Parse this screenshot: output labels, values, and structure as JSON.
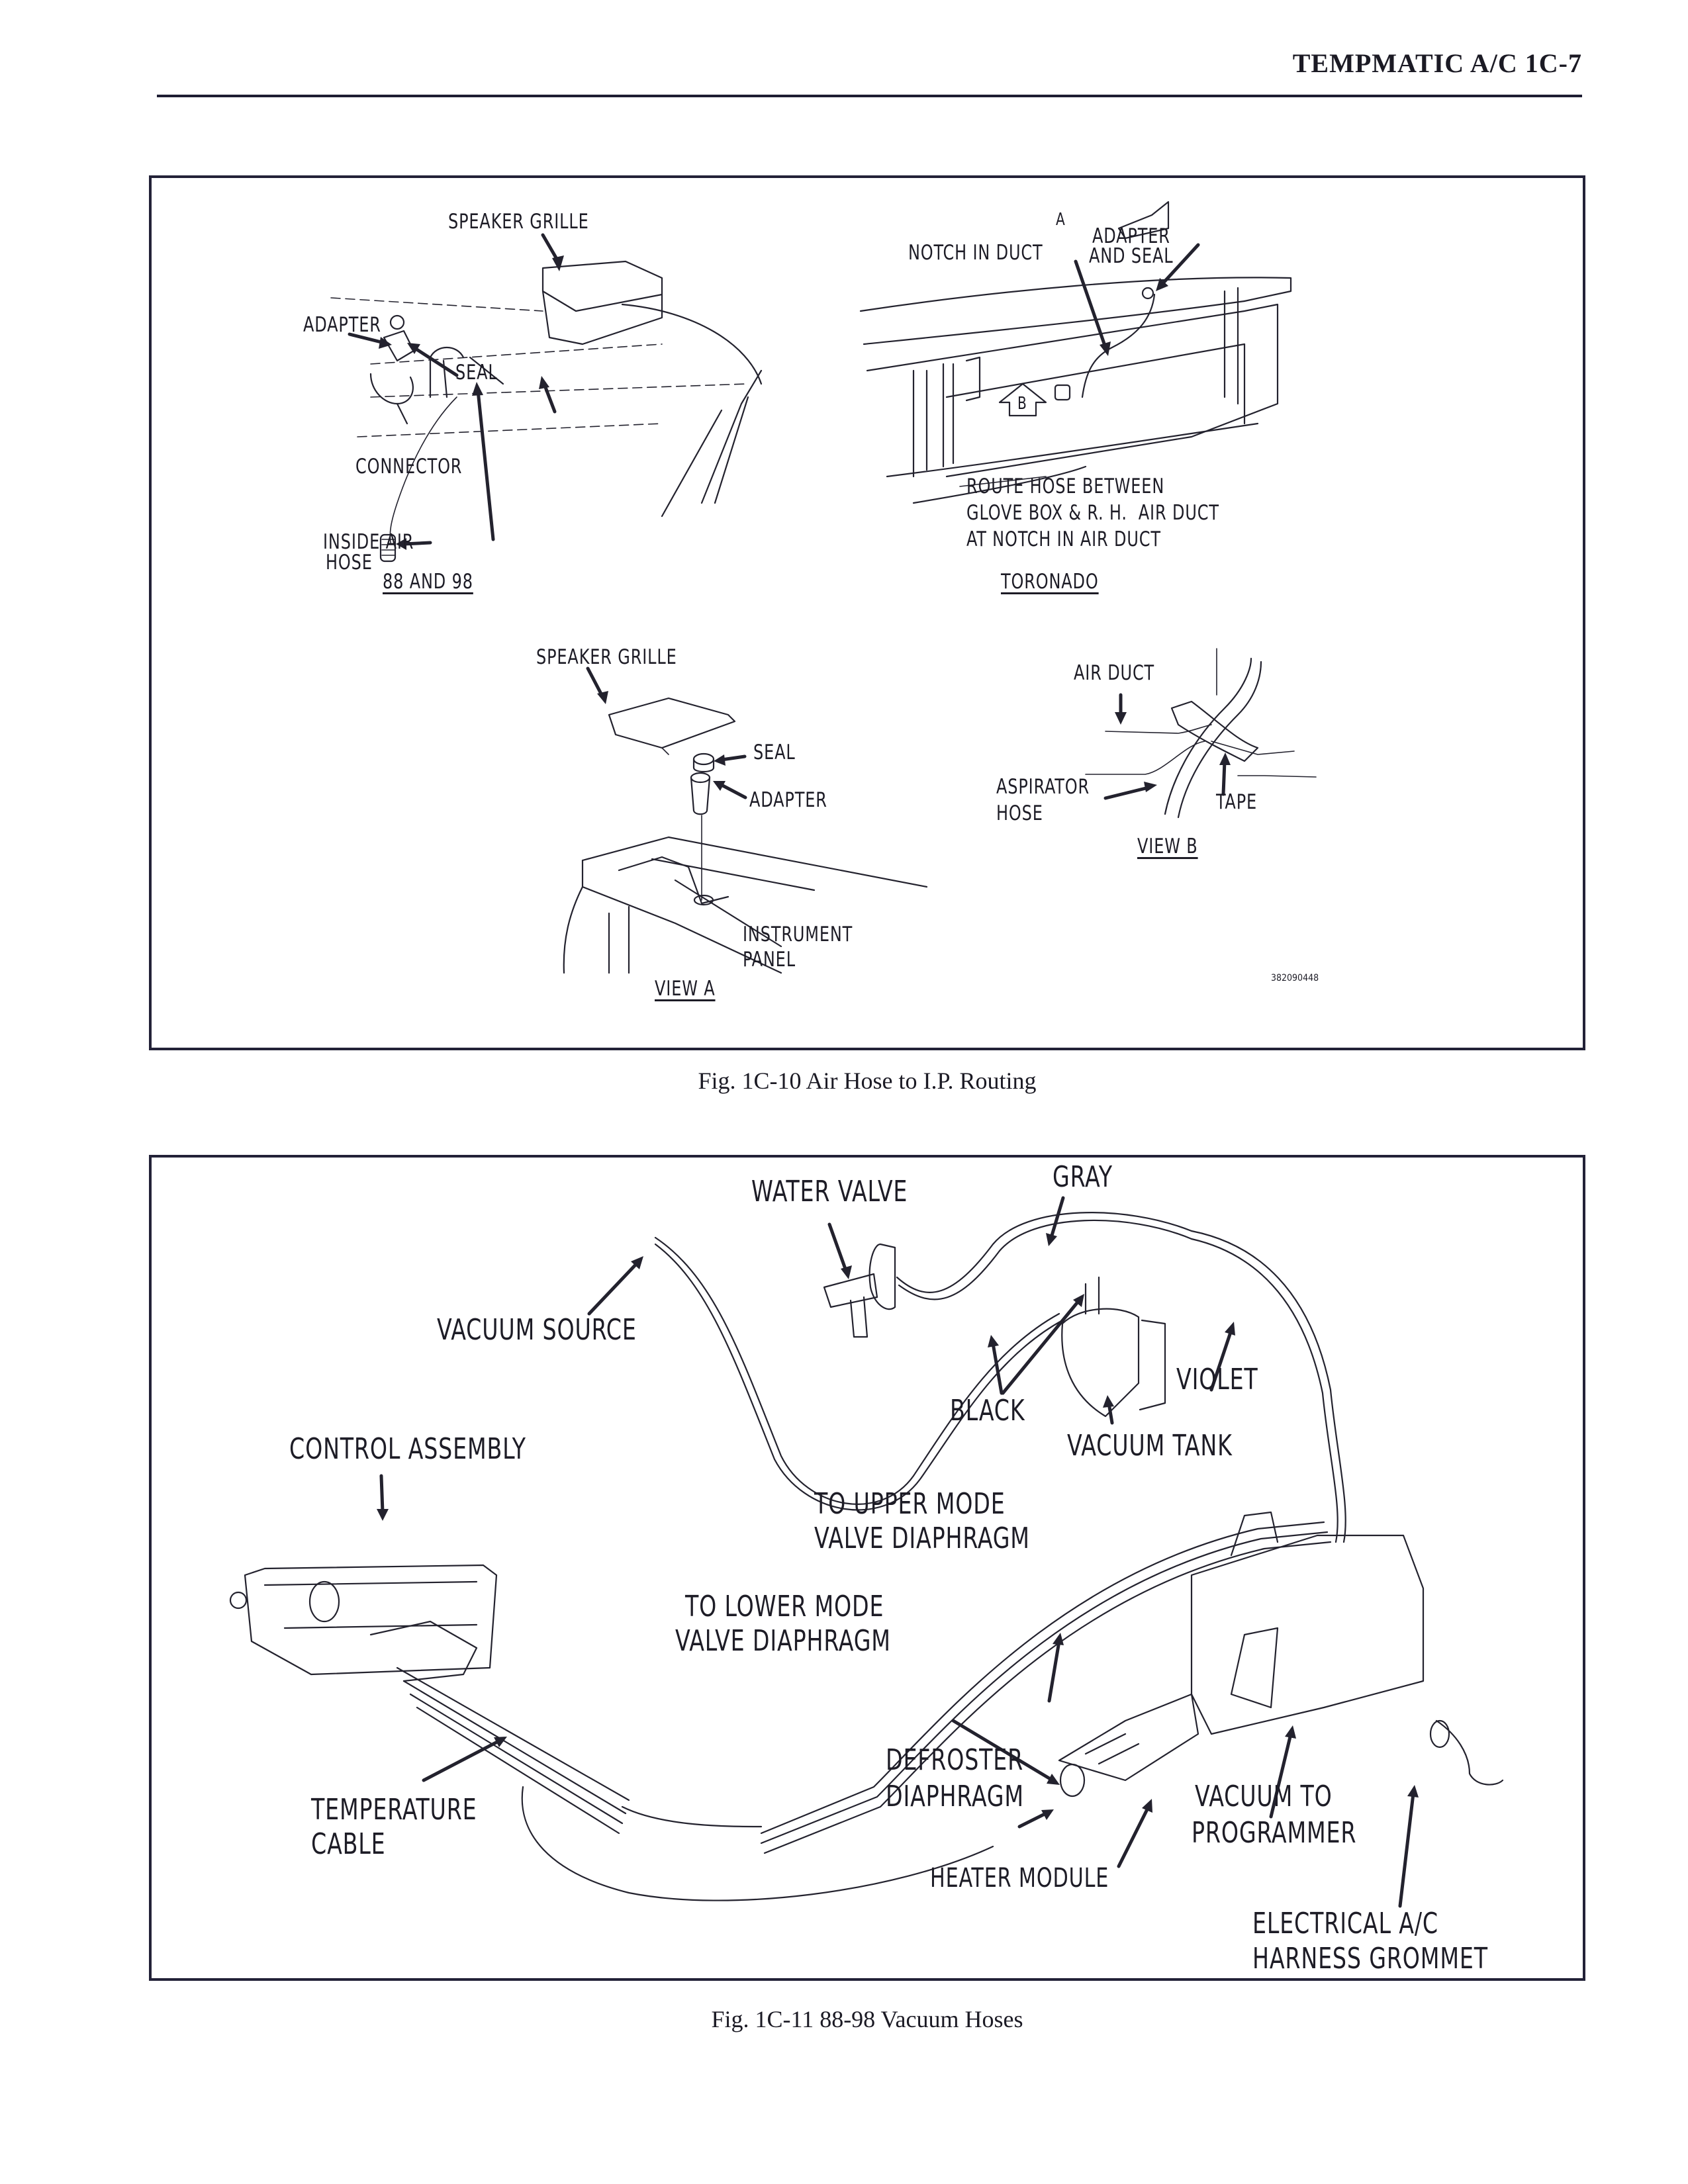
{
  "header": {
    "title": "TEMPMATIC A/C   1C-7"
  },
  "figure_1": {
    "caption": "Fig. 1C-10 Air Hose to I.P. Routing",
    "part_number": "382090448",
    "panel_88_98": {
      "title": "88 AND 98",
      "labels": {
        "speaker_grille": "SPEAKER GRILLE",
        "adapter": "ADAPTER",
        "seal": "SEAL",
        "connector": "CONNECTOR",
        "inside_air_hose_1": "INSIDE AIR",
        "inside_air_hose_2": "HOSE"
      }
    },
    "panel_toronado": {
      "title": "TORONADO",
      "view_marker_a": "A",
      "view_marker_b": "B",
      "labels": {
        "notch_in_duct": "NOTCH IN DUCT",
        "adapter_and_seal_1": "ADAPTER",
        "adapter_and_seal_2": "AND SEAL",
        "route_note_1": "ROUTE HOSE BETWEEN",
        "route_note_2": "GLOVE BOX & R. H.  AIR DUCT",
        "route_note_3": "AT NOTCH IN AIR DUCT"
      }
    },
    "panel_view_a": {
      "title": "VIEW A",
      "labels": {
        "speaker_grille": "SPEAKER GRILLE",
        "seal": "SEAL",
        "adapter": "ADAPTER",
        "instrument_panel_1": "INSTRUMENT",
        "instrument_panel_2": "PANEL"
      }
    },
    "panel_view_b": {
      "title": "VIEW B",
      "labels": {
        "air_duct": "AIR DUCT",
        "aspirator_hose_1": "ASPIRATOR",
        "aspirator_hose_2": "HOSE",
        "tape": "TAPE"
      }
    }
  },
  "figure_2": {
    "caption": "Fig. 1C-11 88-98 Vacuum Hoses",
    "labels": {
      "water_valve": "WATER VALVE",
      "gray": "GRAY",
      "vacuum_source": "VACUUM SOURCE",
      "black": "BLACK",
      "violet": "VIOLET",
      "vacuum_tank": "VACUUM TANK",
      "control_assembly": "CONTROL ASSEMBLY",
      "upper_mode_1": "TO UPPER MODE",
      "upper_mode_2": "VALVE DIAPHRAGM",
      "lower_mode_1": "TO LOWER MODE",
      "lower_mode_2": "VALVE DIAPHRAGM",
      "temperature_cable_1": "TEMPERATURE",
      "temperature_cable_2": "CABLE",
      "defroster_1": "DEFROSTER",
      "defroster_2": "DIAPHRAGM",
      "heater_module": "HEATER MODULE",
      "vacuum_to_programmer_1": "VACUUM TO",
      "vacuum_to_programmer_2": "PROGRAMMER",
      "harness_grommet_1": "ELECTRICAL A/C",
      "harness_grommet_2": "HARNESS GROMMET"
    }
  },
  "colors": {
    "ink": "#1d1c26",
    "rule": "#1e1d33",
    "paper": "#ffffff"
  }
}
